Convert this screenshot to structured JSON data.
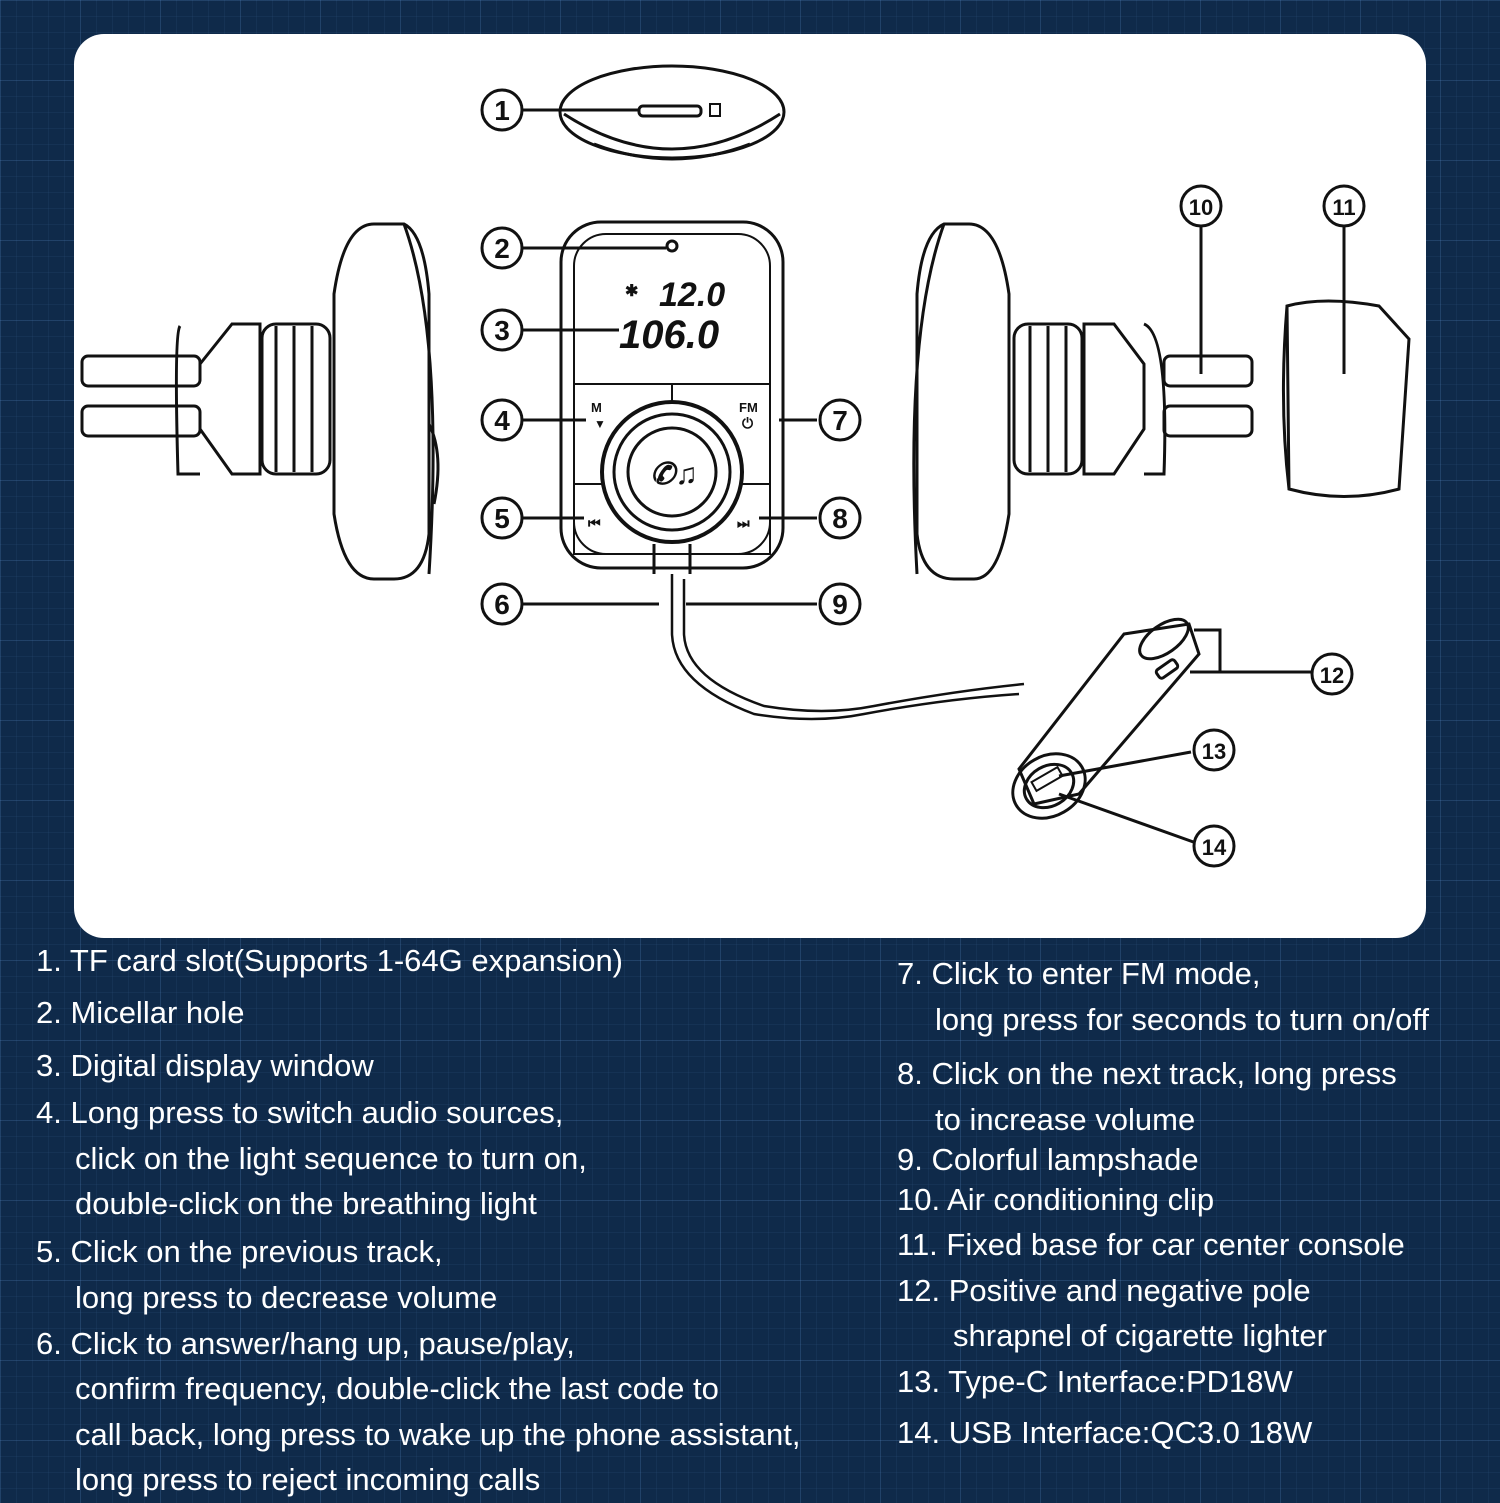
{
  "diagram": {
    "display": {
      "top": "12.0",
      "bottom": "106.0"
    },
    "button_labels": {
      "m": "M",
      "fm": "FM"
    },
    "callouts": [
      "1",
      "2",
      "3",
      "4",
      "5",
      "6",
      "7",
      "8",
      "9",
      "10",
      "11",
      "12",
      "13",
      "14"
    ]
  },
  "legend_left": [
    {
      "num": "1.",
      "lines": [
        "TF card slot(Supports 1-64G expansion)"
      ]
    },
    {
      "num": "2.",
      "lines": [
        "Micellar hole"
      ]
    },
    {
      "num": "3.",
      "lines": [
        "Digital display window"
      ]
    },
    {
      "num": "4.",
      "lines": [
        "Long press to switch audio sources,",
        "click on the light sequence to turn on,",
        "double-click on the breathing light"
      ]
    },
    {
      "num": "5.",
      "lines": [
        "Click on the previous track,",
        "long press to decrease volume"
      ]
    },
    {
      "num": "6.",
      "lines": [
        "Click to answer/hang up, pause/play,",
        "confirm frequency, double-click the last code to",
        "call back, long press to wake up the phone assistant,",
        "long press to reject incoming calls"
      ]
    }
  ],
  "legend_right": [
    {
      "num": "7.",
      "lines": [
        "Click to enter FM mode,",
        "long press for seconds to turn on/off"
      ]
    },
    {
      "num": "8.",
      "lines": [
        "Click on the next track, long press",
        "to increase volume"
      ]
    },
    {
      "num": "9.",
      "lines": [
        "Colorful lampshade"
      ]
    },
    {
      "num": "10.",
      "lines": [
        "Air conditioning clip"
      ]
    },
    {
      "num": "11.",
      "lines": [
        "Fixed base for car center console"
      ]
    },
    {
      "num": "12.",
      "lines": [
        "Positive and negative pole",
        "shrapnel of cigarette lighter"
      ]
    },
    {
      "num": "13.",
      "lines": [
        "Type-C Interface:PD18W"
      ]
    },
    {
      "num": "14.",
      "lines": [
        "USB  Interface:QC3.0 18W"
      ]
    }
  ]
}
